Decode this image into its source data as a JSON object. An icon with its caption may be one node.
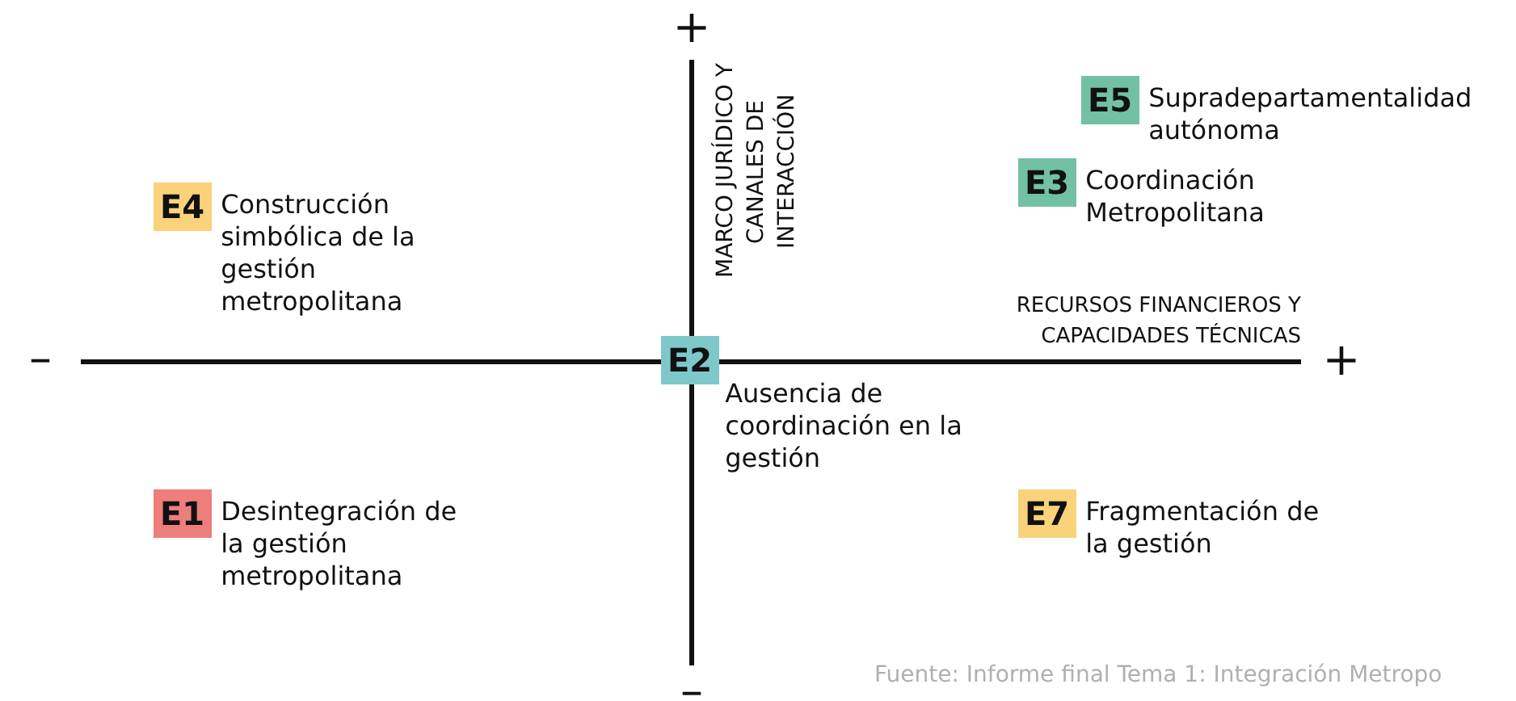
{
  "diagram": {
    "nodes": [
      {
        "text": [
          "E5",
          "Supradepartamentalidad autónoma"
        ]
      },
      {
        "text": [
          "E4",
          "Construcción simbólica de la gestión metropolitana"
        ]
      },
      {
        "text": [
          "E3",
          "Coordinación Metropolitana"
        ]
      },
      {
        "text": [
          "E2",
          "Ausencia de coordinación en la gestión"
        ]
      },
      {
        "text": [
          "E1",
          "Desintegración de la gestión metropolitana"
        ]
      },
      {
        "text": [
          "E7",
          "Fragmentación de la gestión"
        ]
      }
    ],
    "edges": [],
    "labels": [
      "+",
      "MARCO JURÍDICO Y CANALES DE INTERACCIÓN",
      "RECURSOS FINANCIEROS Y CAPACIDADES TÉCNICAS",
      "–",
      "+",
      "–",
      "Fuente: Informe final Tema 1: Integración Metropo"
    ]
  }
}
